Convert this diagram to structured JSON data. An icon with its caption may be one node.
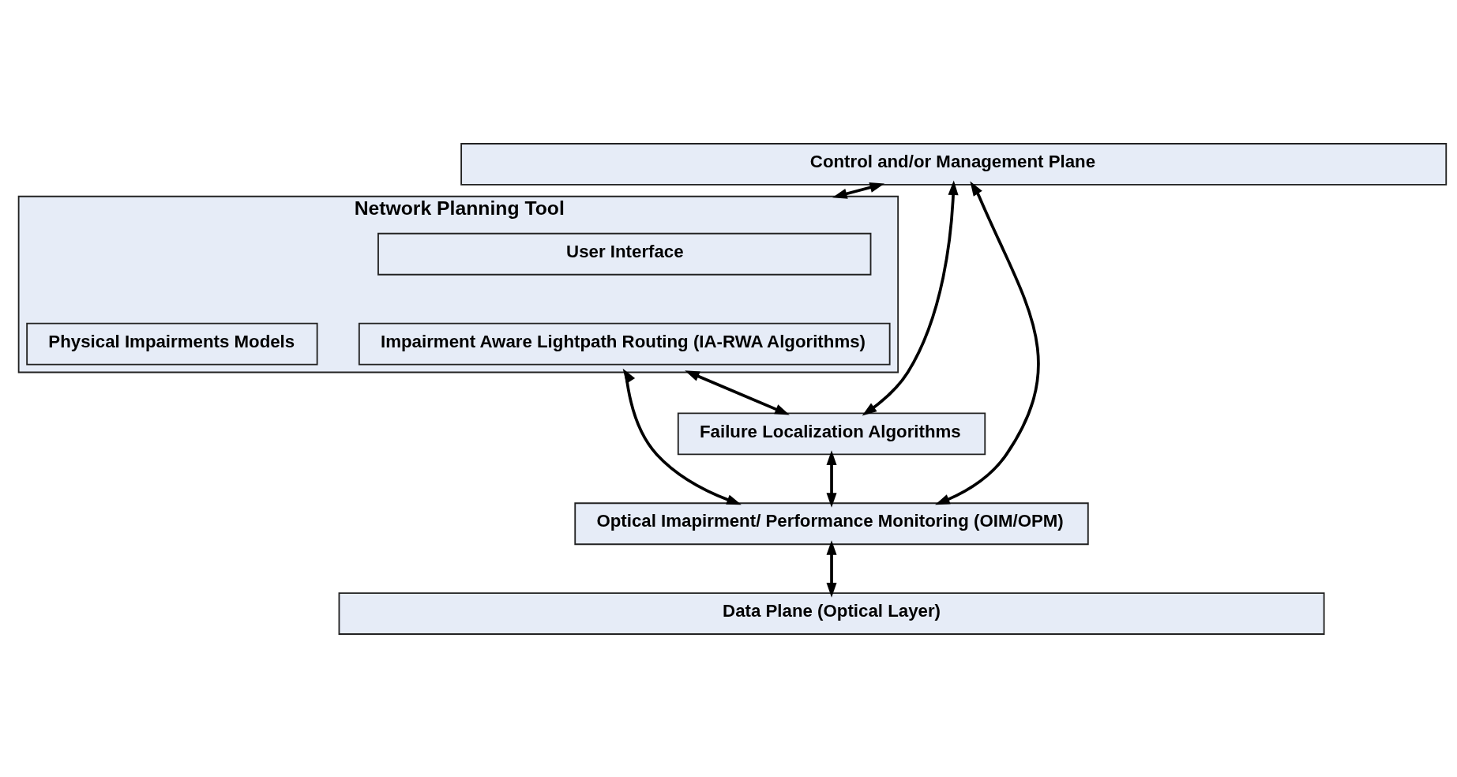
{
  "diagram": {
    "nodes": [
      {
        "text": [
          "Control and/or Management Plane"
        ]
      },
      {
        "text": [
          "Network Planning Tool"
        ]
      },
      {
        "text": [
          "User Interface"
        ],
        "in": 1
      },
      {
        "text": [
          "Physical Impairments Models"
        ],
        "in": 1
      },
      {
        "text": [
          "Impairment Aware Lightpath Routing (IA-RWA Algorithms)"
        ],
        "in": 1
      },
      {
        "text": [
          "Failure Localization Algorithms"
        ]
      },
      {
        "text": [
          "Optical Imapirment/ Performance Monitoring (OIM/OPM)"
        ]
      },
      {
        "text": [
          "Data Plane (Optical Layer)"
        ]
      }
    ],
    "edges": [
      {
        "from": 0,
        "to": 1,
        "arrow": "both"
      },
      {
        "from": 0,
        "to": 5,
        "arrow": "both"
      },
      {
        "from": 0,
        "to": 6,
        "arrow": "both"
      },
      {
        "from": 1,
        "to": 5,
        "arrow": "both"
      },
      {
        "from": 1,
        "to": 6,
        "arrow": "both"
      },
      {
        "from": 5,
        "to": 6,
        "arrow": "both"
      },
      {
        "from": 6,
        "to": 7,
        "arrow": "both"
      }
    ]
  }
}
